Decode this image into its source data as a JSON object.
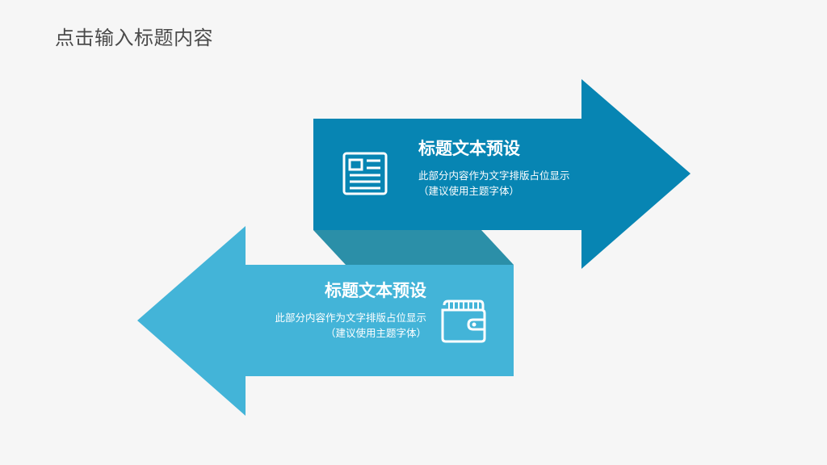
{
  "header": {
    "title": "点击输入标题内容"
  },
  "colors": {
    "background": "#f6f6f6",
    "upper_arrow": "#0785b3",
    "lower_arrow": "#43b4d8",
    "connector": "#2b8fa8",
    "text_on_arrow": "#ffffff"
  },
  "cards": [
    {
      "heading": "标题文本预设",
      "body_line1": "此部分内容作为文字排版占位显示",
      "body_line2": "（建议使用主题字体）",
      "icon": "newspaper-icon"
    },
    {
      "heading": "标题文本预设",
      "body_line1": "此部分内容作为文字排版占位显示",
      "body_line2": "（建议使用主题字体）",
      "icon": "wallet-icon"
    }
  ]
}
